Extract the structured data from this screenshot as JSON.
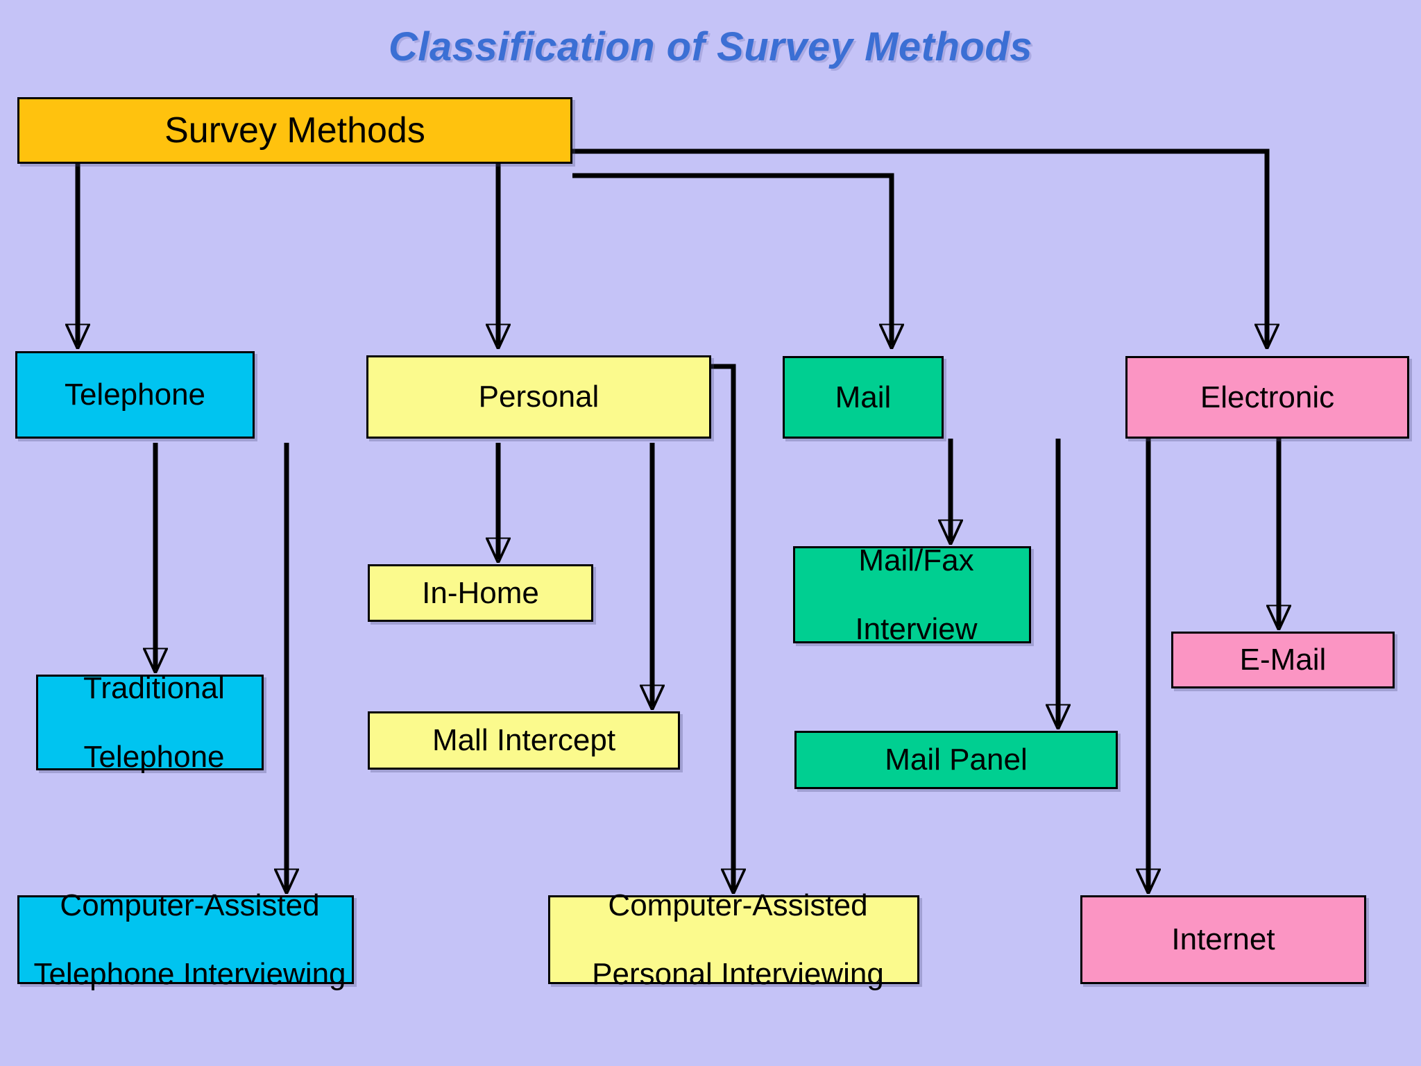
{
  "title": "Classification of Survey Methods",
  "colors": {
    "background": "#c5c3f7",
    "title_text": "#3b6fd4",
    "root": "#ffc20e",
    "telephone": "#00c4f0",
    "personal": "#fbfa8d",
    "mail": "#00cf91",
    "electronic": "#fb95c3",
    "outline": "#000000",
    "text": "#000000"
  },
  "nodes": {
    "root": {
      "label": "Survey Methods",
      "color": "#ffc20e"
    },
    "telephone": {
      "label": "Telephone",
      "color": "#00c4f0"
    },
    "personal": {
      "label": "Personal",
      "color": "#fbfa8d"
    },
    "mail": {
      "label": "Mail",
      "color": "#00cf91"
    },
    "electronic": {
      "label": "Electronic",
      "color": "#fb95c3"
    },
    "traditional_telephone": {
      "line1": "Traditional",
      "line2": "Telephone",
      "color": "#00c4f0"
    },
    "cati": {
      "line1": "Computer-Assisted",
      "line2": "Telephone Interviewing",
      "color": "#00c4f0"
    },
    "in_home": {
      "label": "In-Home",
      "color": "#fbfa8d"
    },
    "mall_intercept": {
      "label": "Mall Intercept",
      "color": "#fbfa8d"
    },
    "capi": {
      "line1": "Computer-Assisted",
      "line2": "Personal Interviewing",
      "color": "#fbfa8d"
    },
    "mail_fax_interview": {
      "line1": "Mail/Fax",
      "line2": "Interview",
      "color": "#00cf91"
    },
    "mail_panel": {
      "label": "Mail Panel",
      "color": "#00cf91"
    },
    "email": {
      "label": "E-Mail",
      "color": "#fb95c3"
    },
    "internet": {
      "label": "Internet",
      "color": "#fb95c3"
    }
  },
  "chart_data": {
    "type": "tree-diagram",
    "title": "Classification of Survey Methods",
    "root": "Survey Methods",
    "branches": [
      {
        "name": "Telephone",
        "children": [
          "Traditional Telephone",
          "Computer-Assisted Telephone Interviewing"
        ]
      },
      {
        "name": "Personal",
        "children": [
          "In-Home",
          "Mall Intercept",
          "Computer-Assisted Personal Interviewing"
        ]
      },
      {
        "name": "Mail",
        "children": [
          "Mail/Fax Interview",
          "Mail Panel"
        ]
      },
      {
        "name": "Electronic",
        "children": [
          "E-Mail",
          "Internet"
        ]
      }
    ]
  }
}
